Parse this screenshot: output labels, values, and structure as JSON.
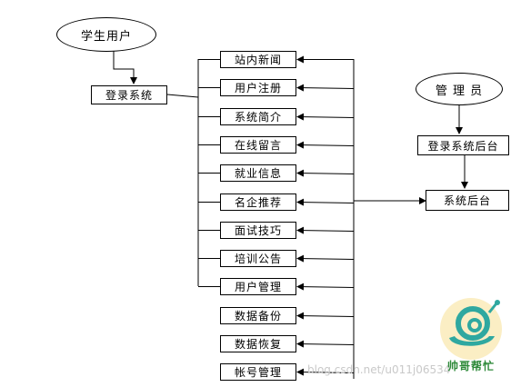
{
  "nodes": {
    "student_user": "学生用户",
    "login_system": "登录系统",
    "admin": "管 理 员",
    "admin_login": "登录系统后台",
    "system_backend": "系统后台"
  },
  "modules": [
    "站内新闻",
    "用户注册",
    "系统简介",
    "在线留言",
    "就业信息",
    "名企推荐",
    "面试技巧",
    "培训公告",
    "用户管理",
    "数据备份",
    "数据恢复",
    "帐号管理"
  ],
  "watermark": {
    "url_text": "blog.csdn.net/u011j06534",
    "logo_text": "帅哥帮忙"
  },
  "colors": {
    "line": "#000000",
    "logo_bg": "#fbeec4",
    "logo_swirl": "#2fa8a0",
    "logo_text": "#2f8a3a"
  }
}
